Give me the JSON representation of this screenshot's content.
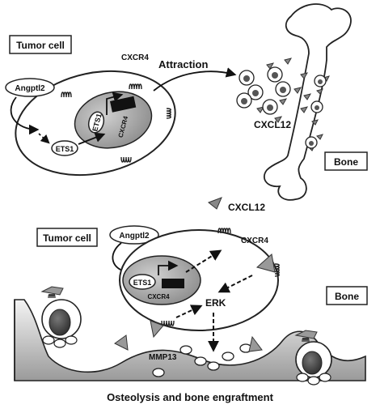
{
  "top_panel": {
    "tumor_cell_label": "Tumor cell",
    "angptl2_label": "Angptl2",
    "ets1_label": "ETS1",
    "cxcr4_gene_label": "CXCR4",
    "cxcr4_receptor_label": "CXCR4",
    "attraction_label": "Attraction",
    "cxcl12_label": "CXCL12",
    "bone_label": "Bone"
  },
  "bottom_panel": {
    "cxcl12_label": "CXCL12",
    "tumor_cell_label": "Tumor cell",
    "angptl2_label": "Angptl2",
    "cxcr4_receptor_label": "CXCR4",
    "ets1_label": "ETS1",
    "cxcr4_gene_label": "CXCR4",
    "erk_label": "ERK",
    "bone_label": "Bone",
    "mmp13_label": "MMP13",
    "caption": "Osteolysis and bone engraftment"
  }
}
